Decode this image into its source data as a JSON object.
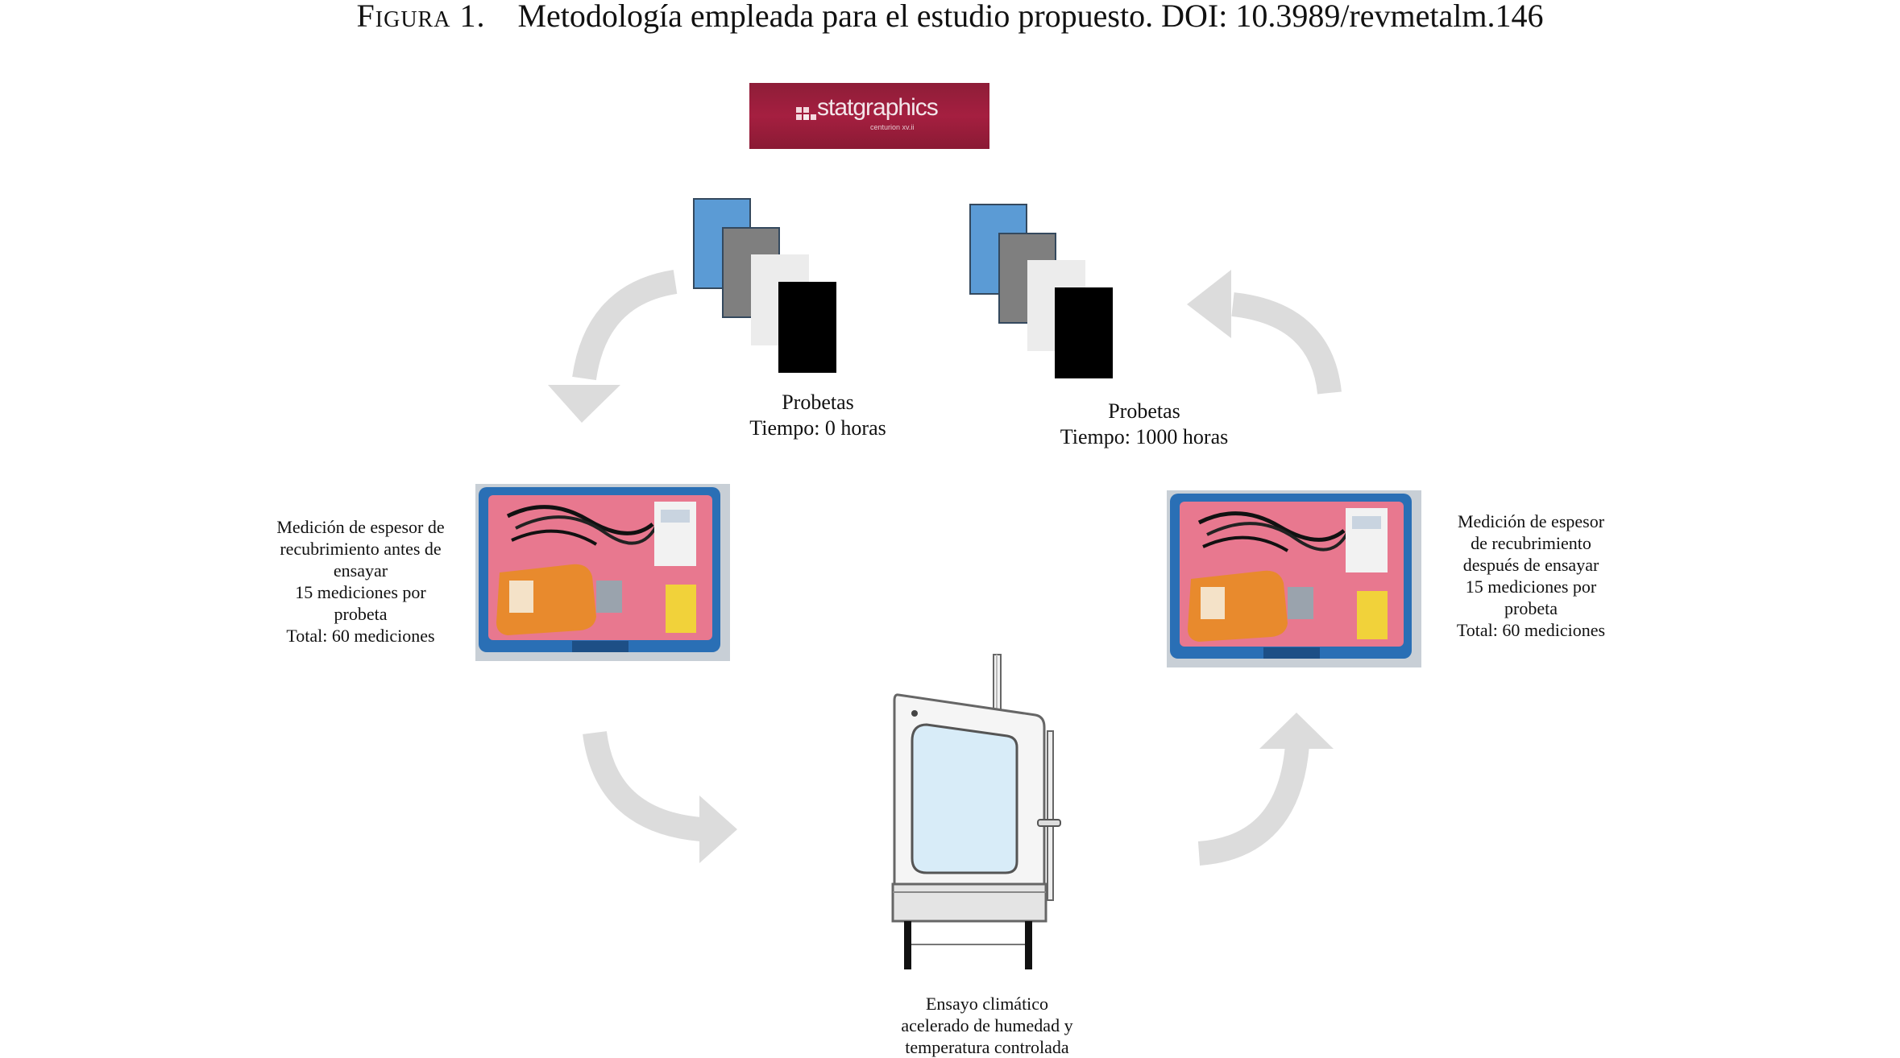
{
  "caption": {
    "label": "Figura 1.",
    "text": "Metodología empleada para el estudio propuesto.  DOI: 10.3989/revmetalm.146"
  },
  "logo": {
    "word": "statgraphics",
    "sub": "centurion xv.ii"
  },
  "nodes": {
    "probetas_0": "Probetas\nTiempo: 0 horas",
    "probetas_1000": "Probetas\nTiempo: 1000 horas",
    "medicion_antes": "Medición de espesor de\nrecubrimiento antes de\nensayar\n15 mediciones por\nprobeta\nTotal: 60 mediciones",
    "medicion_despues": "Medición de espesor\nde recubrimiento\ndespués de ensayar\n15 mediciones por\nprobeta\nTotal: 60 mediciones",
    "ensayo": "Ensayo climático\nacelerado de humedad y\ntemperatura controlada"
  },
  "colors": {
    "specimen_blue": "#5b9bd5",
    "specimen_gray": "#7f7f7f",
    "specimen_light": "#ececec",
    "specimen_black": "#000000",
    "arrow": "#dcdcdc",
    "case_pink": "#e8788f",
    "case_blue": "#2a6fb5",
    "gauge_orange": "#e88a2d",
    "chamber_glass": "#d8ecf8"
  }
}
